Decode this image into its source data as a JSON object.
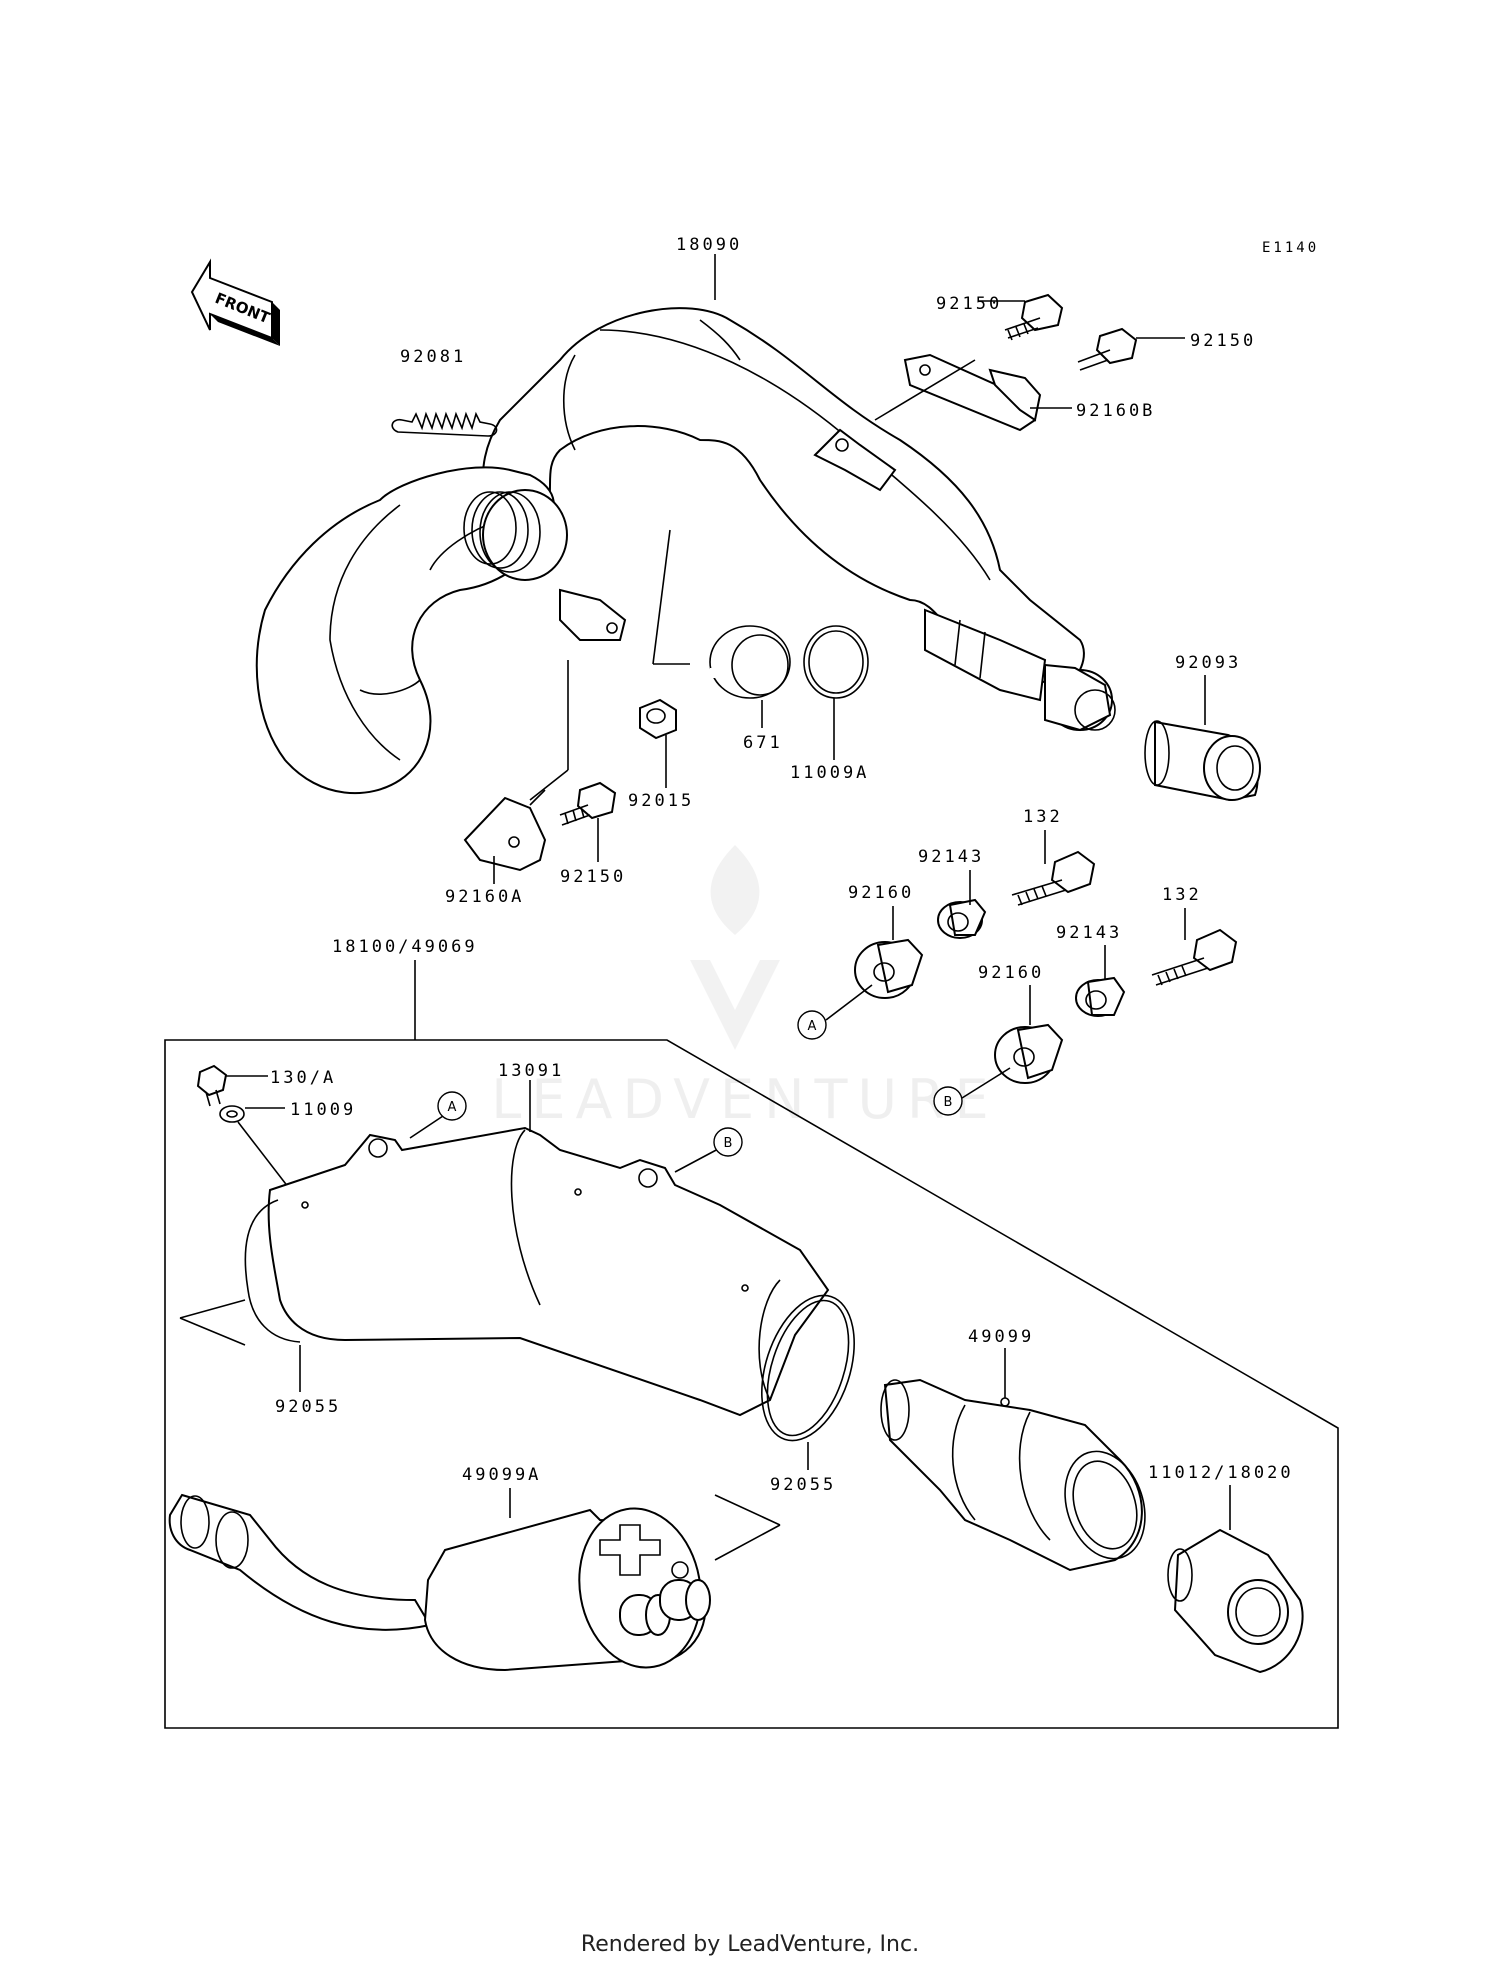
{
  "diagram_code": "E1140",
  "front_label": "FRONT",
  "watermark": "LEADVENTURE",
  "footer": "Rendered by LeadVenture, Inc.",
  "callouts": {
    "A": "A",
    "B": "B"
  },
  "parts": {
    "p18090": "18090",
    "p92081": "92081",
    "p92150_a": "92150",
    "p92150_b": "92150",
    "p92160B": "92160B",
    "p92093": "92093",
    "p671": "671",
    "p11009A": "11009A",
    "p92015": "92015",
    "p92150_c": "92150",
    "p92160A": "92160A",
    "p132_a": "132",
    "p92143_a": "92143",
    "p92160_a": "92160",
    "p132_b": "132",
    "p92143_b": "92143",
    "p92160_b": "92160",
    "p18100": "18100/49069",
    "p130A": "130/A",
    "p11009": "11009",
    "p13091": "13091",
    "p92055_a": "92055",
    "p92055_b": "92055",
    "p49099": "49099",
    "p49099A": "49099A",
    "p11012": "11012/18020"
  }
}
